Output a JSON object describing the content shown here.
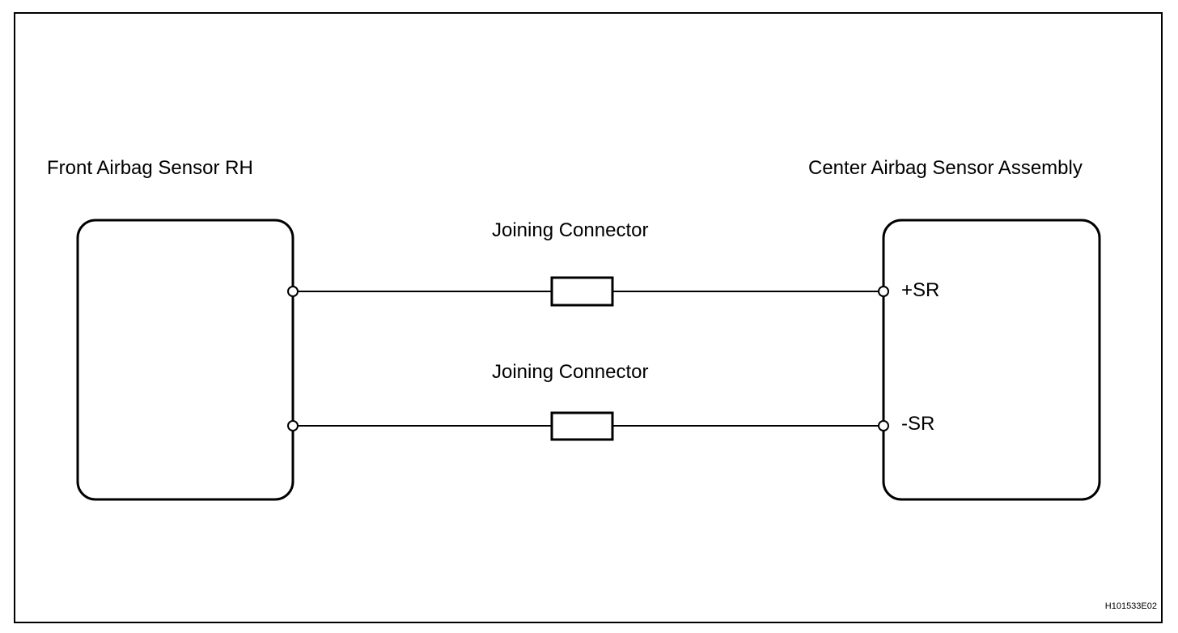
{
  "diagram": {
    "left_component": "Front Airbag Sensor RH",
    "right_component": "Center Airbag Sensor Assembly",
    "connectors": [
      {
        "label": "Joining Connector",
        "pin_label": "+SR"
      },
      {
        "label": "Joining Connector",
        "pin_label": "-SR"
      }
    ],
    "figure_code": "H101533E02"
  },
  "colors": {
    "line": "#000000",
    "background": "#ffffff"
  }
}
